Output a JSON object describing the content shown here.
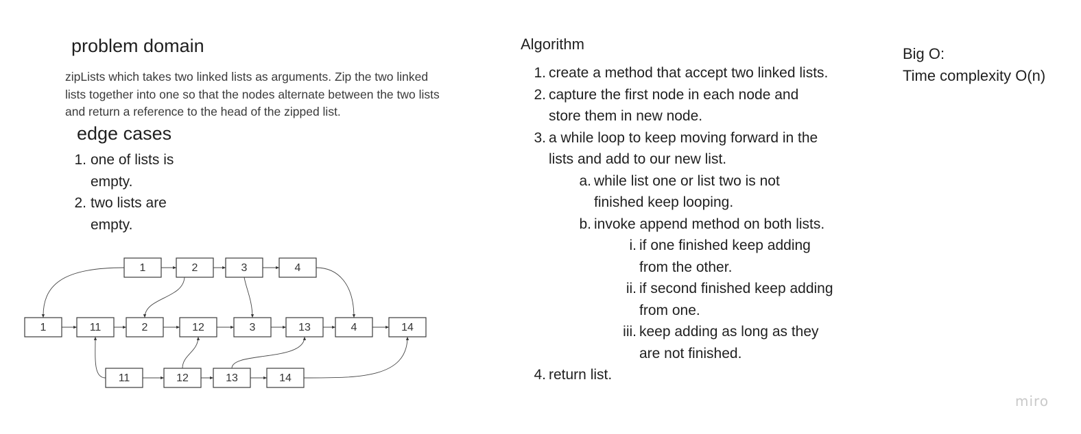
{
  "problem_domain": {
    "title": "problem domain",
    "lines": [
      "zipLists which takes two linked lists as arguments. Zip the two linked",
      "lists together into one so that the nodes alternate between the two lists",
      "and return a reference to the head of the zipped list."
    ]
  },
  "edge_cases": {
    "title": "edge cases",
    "items": [
      {
        "marker": "1.",
        "line1": "one of lists is",
        "line2": "empty."
      },
      {
        "marker": "2.",
        "line1": "two lists are",
        "line2": "empty."
      }
    ]
  },
  "algorithm": {
    "title": "Algorithm",
    "lines": [
      {
        "marker": "1.",
        "text": "create a method that accept two linked lists."
      },
      {
        "marker": "2.",
        "text": "capture the first node in each node and"
      },
      {
        "marker": "",
        "text": "store them in new node."
      },
      {
        "marker": "3.",
        "text": "a while loop to keep moving forward in the"
      },
      {
        "marker": "",
        "text": "lists and add to our new list."
      },
      {
        "marker": "a.",
        "text": "while list one or list two is not"
      },
      {
        "marker": "",
        "text": "finished keep looping."
      },
      {
        "marker": "b.",
        "text": "invoke append method on both lists."
      },
      {
        "marker": "i.",
        "text": "if one finished keep adding"
      },
      {
        "marker": "",
        "text": "from the other."
      },
      {
        "marker": "ii.",
        "text": "if second finished keep adding"
      },
      {
        "marker": "",
        "text": "from one."
      },
      {
        "marker": "iii.",
        "text": "keep adding as long as they"
      },
      {
        "marker": "",
        "text": "are not finished."
      },
      {
        "marker": "4.",
        "text": "return list."
      }
    ]
  },
  "big_o": {
    "title": "Big O:",
    "time": "Time complexity O(n)"
  },
  "diagram": {
    "top_row": [
      "1",
      "2",
      "3",
      "4"
    ],
    "middle_row": [
      "1",
      "11",
      "2",
      "12",
      "3",
      "13",
      "4",
      "14"
    ],
    "bottom_row": [
      "11",
      "12",
      "13",
      "14"
    ]
  },
  "watermark": "miro"
}
